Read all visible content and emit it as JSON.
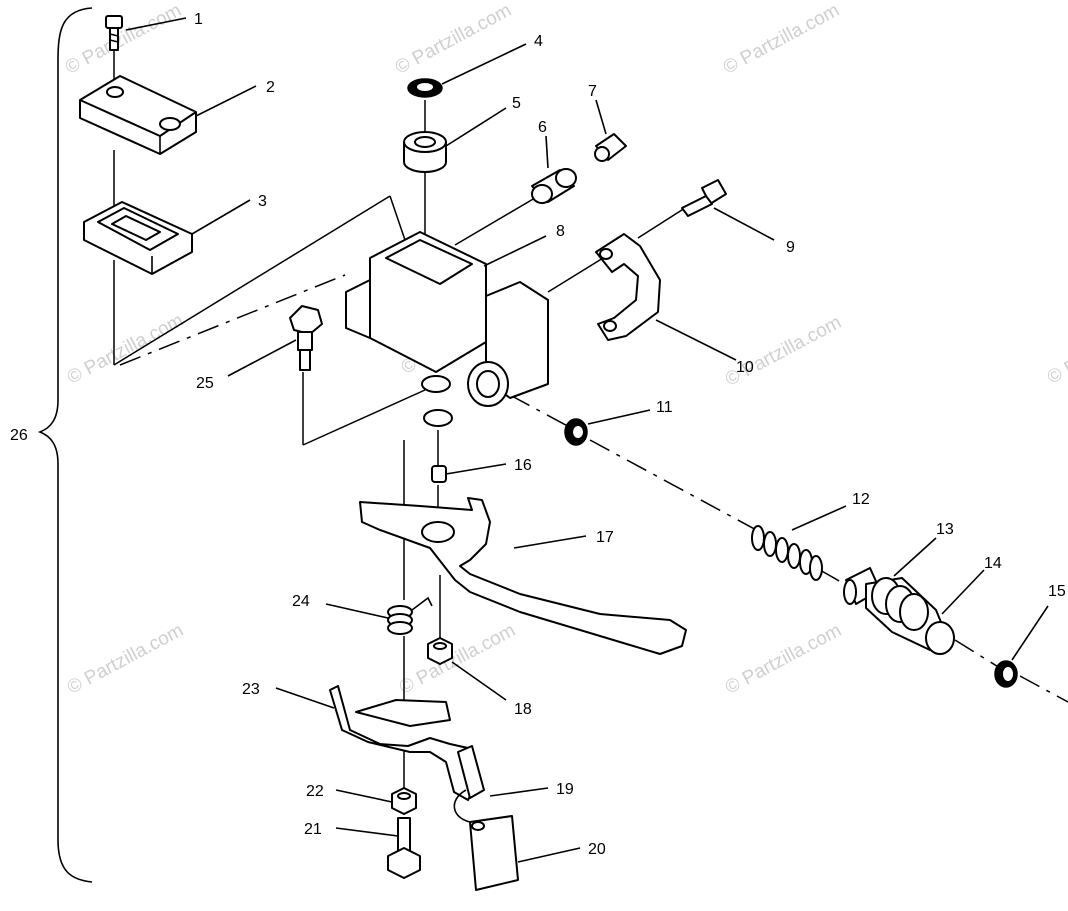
{
  "watermark": "© Partzilla.com",
  "watermarks": [
    "© Partzilla.com",
    "© Partzilla.com",
    "© Partzilla.com",
    "© Partzilla.com",
    "© Partzilla.com",
    "© Partzilla.com",
    "© Partzilla.com",
    "© Partzilla.com",
    "© Partzilla.com",
    "© Partzilla.com"
  ],
  "callouts": {
    "c1": "1",
    "c2": "2",
    "c3": "3",
    "c4": "4",
    "c5": "5",
    "c6": "6",
    "c7": "7",
    "c8": "8",
    "c9": "9",
    "c10": "10",
    "c11": "11",
    "c12": "12",
    "c13": "13",
    "c14": "14",
    "c15": "15",
    "c16": "16",
    "c17": "17",
    "c18": "18",
    "c19": "19",
    "c20": "20",
    "c21": "21",
    "c22": "22",
    "c23": "23",
    "c24": "24",
    "c25": "25",
    "c26": "26"
  }
}
